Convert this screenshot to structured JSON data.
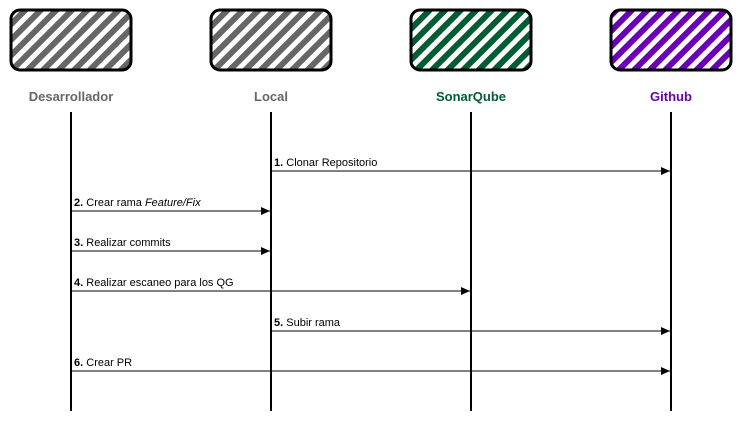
{
  "actors": [
    {
      "id": "dev",
      "label": "Desarrollador",
      "color": "#666666",
      "pattern_color": "#666666"
    },
    {
      "id": "local",
      "label": "Local",
      "color": "#666666",
      "pattern_color": "#666666"
    },
    {
      "id": "sonar",
      "label": "SonarQube",
      "color": "#005C33",
      "pattern_color": "#005C33"
    },
    {
      "id": "github",
      "label": "Github",
      "color": "#6A00B5",
      "pattern_color": "#6A00B5"
    }
  ],
  "messages": [
    {
      "num": "1.",
      "text": "Clonar Repositorio",
      "italic": "",
      "from": "local",
      "to": "github"
    },
    {
      "num": "2.",
      "text": "Crear rama",
      "italic": "Feature/Fix",
      "from": "dev",
      "to": "local"
    },
    {
      "num": "3.",
      "text": "Realizar commits",
      "italic": "",
      "from": "dev",
      "to": "local"
    },
    {
      "num": "4.",
      "text": "Realizar escaneo para los QG",
      "italic": "",
      "from": "dev",
      "to": "sonar"
    },
    {
      "num": "5.",
      "text": "Subir rama",
      "italic": "",
      "from": "local",
      "to": "github"
    },
    {
      "num": "6.",
      "text": "Crear PR",
      "italic": "",
      "from": "dev",
      "to": "github"
    }
  ]
}
